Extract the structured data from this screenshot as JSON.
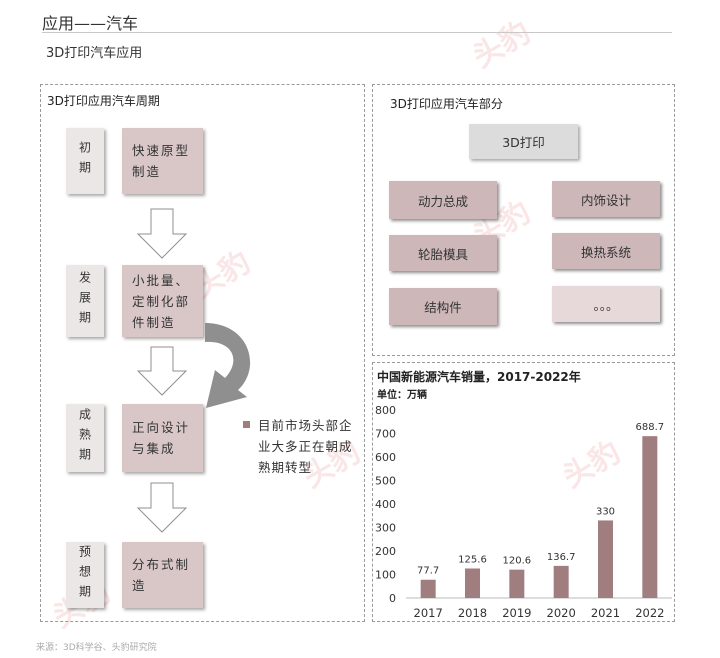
{
  "header": {
    "title": "应用——汽车",
    "subtitle": "3D打印汽车应用"
  },
  "left_panel": {
    "title": "3D打印应用汽车周期",
    "stages": [
      {
        "label": "初期",
        "desc": [
          "快速原型",
          "制造"
        ]
      },
      {
        "label": "发展期",
        "desc": [
          "小批量、",
          "定制化部",
          "件制造"
        ]
      },
      {
        "label": "成熟期",
        "desc": [
          "正向设计",
          "与集成"
        ]
      },
      {
        "label": "预想期",
        "desc": [
          "分布式制",
          "造"
        ]
      }
    ],
    "note": [
      "目前市场头部企",
      "业大多正在朝成",
      "熟期转型"
    ]
  },
  "right_panel": {
    "title": "3D打印应用汽车部分",
    "top": "3D打印",
    "parts": [
      "动力总成",
      "内饰设计",
      "轮胎模具",
      "换热系统",
      "结构件",
      "。。。"
    ]
  },
  "chart_data": {
    "type": "bar",
    "title": "中国新能源汽车销量，2017-2022年",
    "unit": "单位：万辆",
    "categories": [
      "2017",
      "2018",
      "2019",
      "2020",
      "2021",
      "2022"
    ],
    "values": [
      77.7,
      125.6,
      120.6,
      136.7,
      330,
      688.7
    ],
    "value_labels": [
      "77.7",
      "125.6",
      "120.6",
      "136.7",
      "330",
      "688.7"
    ],
    "yticks": [
      0,
      100,
      200,
      300,
      400,
      500,
      600,
      700,
      800
    ],
    "ylim": [
      0,
      800
    ],
    "bar_color": "#a07e80",
    "grid": false
  },
  "footer": {
    "source": "来源：3D科学谷、头豹研究院"
  },
  "watermark": {
    "text": "头豹"
  },
  "colors": {
    "desc_box": "#d9c7c8",
    "part_box": "#cdb7b8",
    "arrow": "#8f8f8f"
  }
}
